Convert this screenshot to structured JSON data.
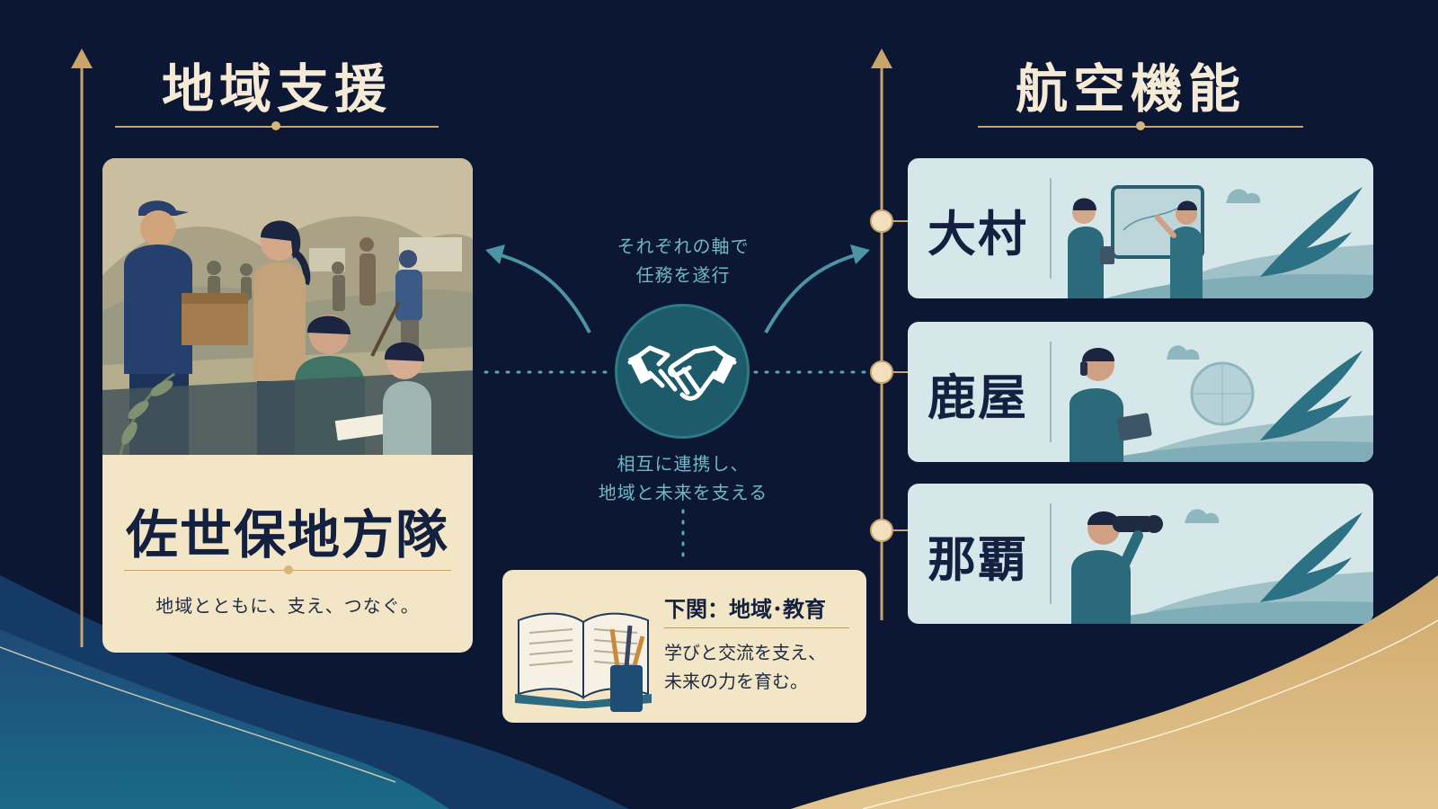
{
  "left_section": {
    "title": "地域支援",
    "card": {
      "unit_name": "佐世保地方隊",
      "tagline": "地域とともに、支え、つなぐ。"
    }
  },
  "right_section": {
    "title": "航空機能",
    "bases": [
      {
        "name": "大村"
      },
      {
        "name": "鹿屋"
      },
      {
        "name": "那覇"
      }
    ]
  },
  "center": {
    "top_text_line1": "それぞれの軸で",
    "top_text_line2": "任務を遂行",
    "bottom_text_line1": "相互に連携し、",
    "bottom_text_line2": "地域と未来を支える",
    "icon": "handshake-icon"
  },
  "shimonoseki": {
    "title": "下関：地域･教育",
    "description": "学びと交流を支え、\n未来の力を育む。",
    "icon": "book-icon"
  },
  "colors": {
    "background": "#0c1733",
    "gold": "#c9a56b",
    "teal": "#1d5a6a",
    "cream": "#f3e6c6",
    "light_blue": "#d6e7ea"
  }
}
